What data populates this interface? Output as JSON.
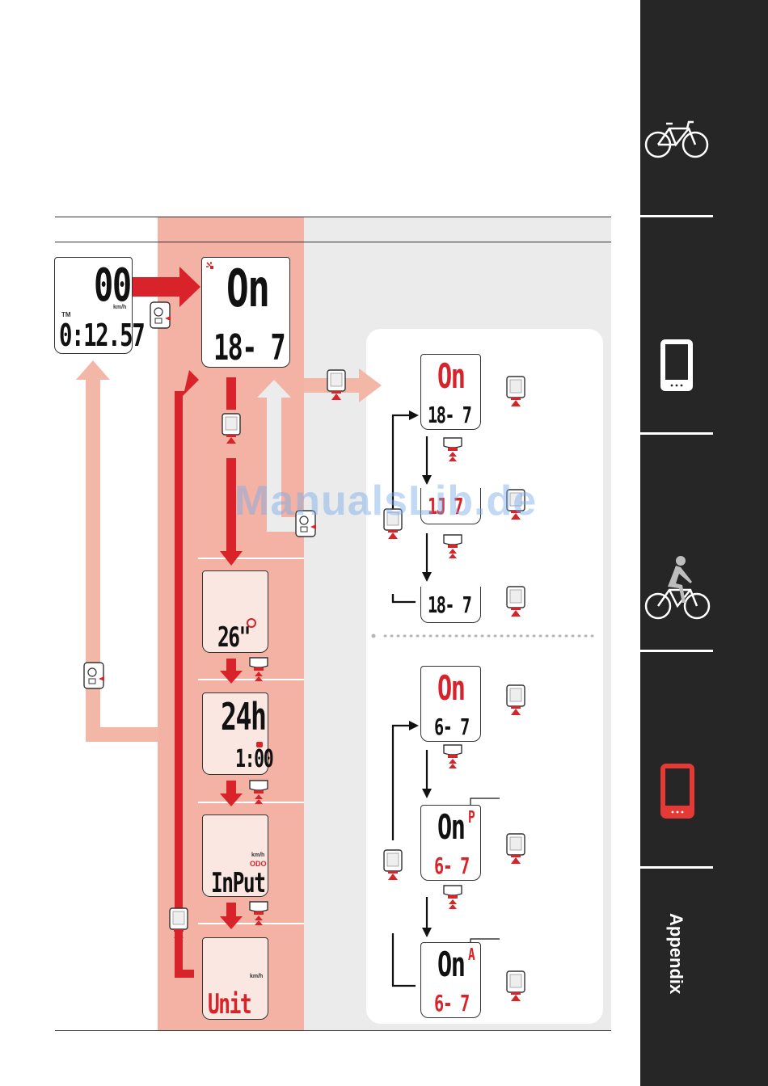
{
  "watermark": "ManualsLib.de",
  "sidebar": {
    "appendix_label": "Appendix"
  },
  "colors": {
    "red": "#d8232a",
    "salmon": "#f1ae9e",
    "light_salmon": "#f3b7a8",
    "gray_panel": "#ebebeb",
    "dark": "#262626"
  },
  "icons": [
    "road-bike-icon",
    "computer-unit-icon",
    "rider-bike-icon",
    "red-computer-unit-icon",
    "button-press-icon",
    "mode-button-icon"
  ],
  "main_display": {
    "speed": "00",
    "speed_unit": "km/h",
    "tm_label": "TM",
    "time": "0:12.57"
  },
  "clock_display": {
    "top": "On",
    "bottom": "18- 7"
  },
  "wheel_display": {
    "value": "26\""
  },
  "clock24_display": {
    "top": "24h",
    "bottom": "1:00"
  },
  "odo_display": {
    "unit": "km/h",
    "label": "ODO",
    "text": "InPut"
  },
  "unit_display": {
    "unit": "km/h",
    "text": "Unit"
  },
  "top_sequence": [
    {
      "top": "On",
      "bottom": "18- 7"
    },
    {
      "top": "",
      "bottom": "1J 7"
    },
    {
      "top": "",
      "bottom": "18- 7"
    }
  ],
  "bottom_sequence": [
    {
      "top": "On",
      "bottom": "6- 7",
      "suffix": ""
    },
    {
      "top": "On",
      "bottom": "6- 7",
      "suffix": "P"
    },
    {
      "top": "On",
      "bottom": "6- 7",
      "suffix": "A"
    }
  ]
}
